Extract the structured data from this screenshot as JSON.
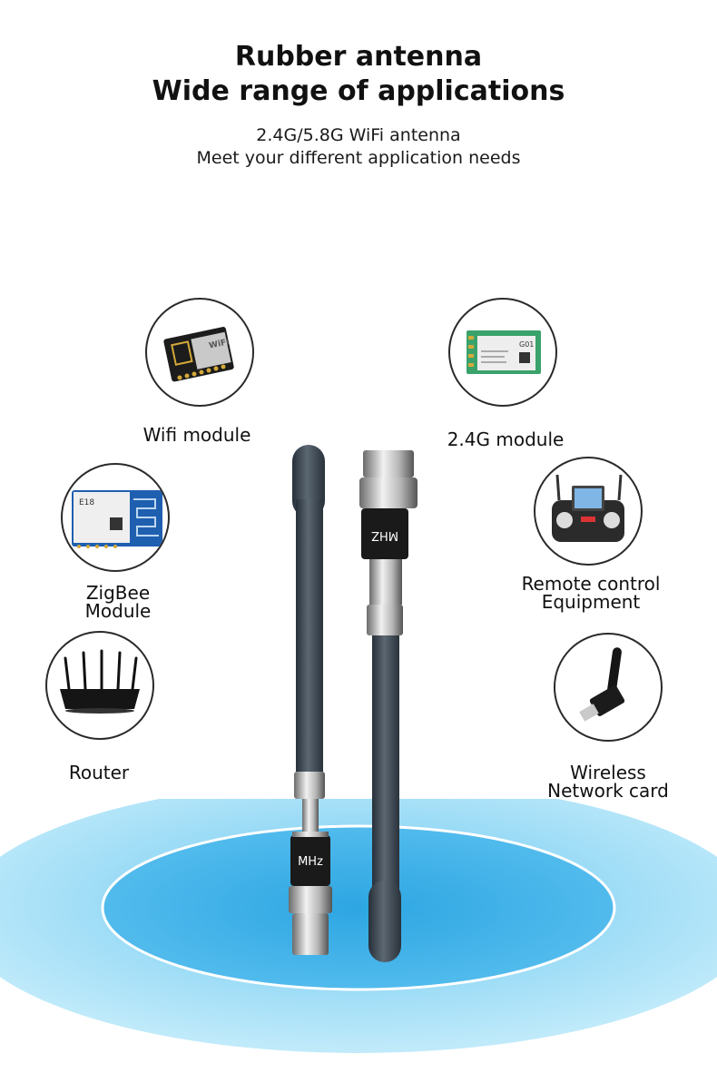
{
  "header": {
    "title_line1": "Rubber antenna",
    "title_line2": "Wide range of applications",
    "subtitle_line1": "2.4G/5.8G WiFi antenna",
    "subtitle_line2": "Meet your different application needs"
  },
  "applications": [
    {
      "id": "wifi",
      "label_line1": "Wifi module",
      "label_line2": "",
      "icon": "wifi-module-icon"
    },
    {
      "id": "g24",
      "label_line1": "2.4G module",
      "label_line2": "",
      "icon": "2-4g-module-icon"
    },
    {
      "id": "zigbee",
      "label_line1": "ZigBee",
      "label_line2": "Module",
      "icon": "zigbee-module-icon"
    },
    {
      "id": "remote",
      "label_line1": "Remote control",
      "label_line2": "Equipment",
      "icon": "remote-control-icon"
    },
    {
      "id": "router",
      "label_line1": "Router",
      "label_line2": "",
      "icon": "router-icon"
    },
    {
      "id": "wnic",
      "label_line1": "Wireless",
      "label_line2": "Network card",
      "icon": "usb-wifi-adapter-icon"
    }
  ],
  "module_texts": {
    "wifi_badge": "WiFi",
    "g24_chip": "G01",
    "zigbee_chip": "E18"
  },
  "antenna_marks": {
    "left_band": "MHz",
    "right_band": "MHZ"
  },
  "colors": {
    "antenna_body": "#3f4a56",
    "floor_outer": "#a9e2f7",
    "floor_mid": "#5bc0ef",
    "floor_inner": "#39aee6",
    "ring": "#ffffff"
  }
}
